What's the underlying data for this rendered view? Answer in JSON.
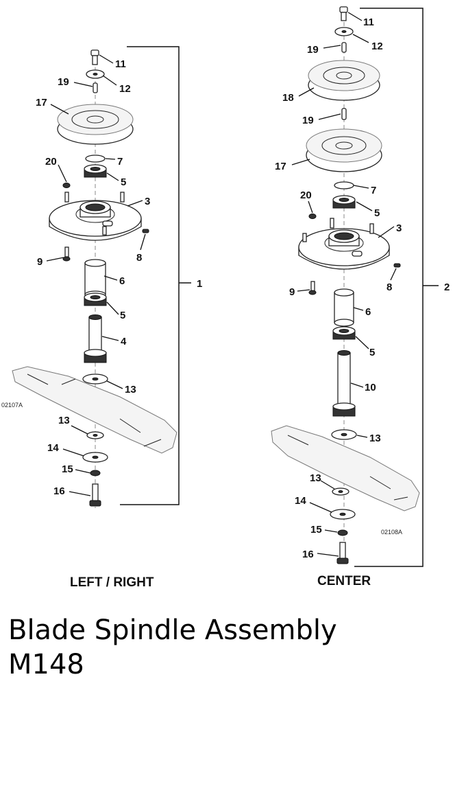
{
  "diagram": {
    "left_assembly": {
      "label": "LEFT / RIGHT",
      "figure_code": "02107A",
      "assembly_callout": "1",
      "callouts": {
        "c11": "11",
        "c19": "19",
        "c12": "12",
        "c17": "17",
        "c20": "20",
        "c7": "7",
        "c5a": "5",
        "c3": "3",
        "c8": "8",
        "c9": "9",
        "c6": "6",
        "c5b": "5",
        "c4": "4",
        "c13a": "13",
        "c13b": "13",
        "c14": "14",
        "c15": "15",
        "c16": "16"
      }
    },
    "center_assembly": {
      "label": "CENTER",
      "figure_code": "02108A",
      "assembly_callout": "2",
      "callouts": {
        "c11": "11",
        "c12": "12",
        "c19a": "19",
        "c18": "18",
        "c19b": "19",
        "c17": "17",
        "c7": "7",
        "c20": "20",
        "c5a": "5",
        "c3": "3",
        "c8": "8",
        "c9": "9",
        "c6": "6",
        "c5b": "5",
        "c10": "10",
        "c13a": "13",
        "c13b": "13",
        "c14": "14",
        "c15": "15",
        "c16": "16"
      }
    }
  },
  "caption": {
    "line1": "Blade Spindle Assembly",
    "line2": "M148"
  }
}
